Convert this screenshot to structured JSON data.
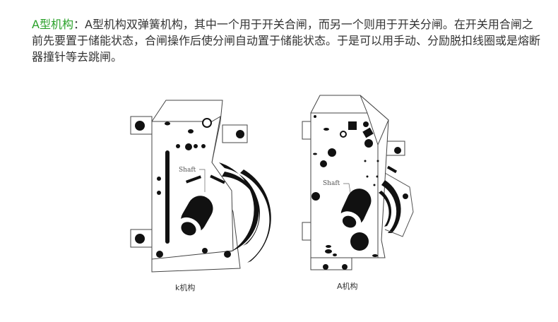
{
  "description": {
    "highlight": "A型机构",
    "separator": "：",
    "text": "A型机构双弹簧机构，其中一个用于开关合闸，而另一个则用于开关分闸。在开关用合闸之前先要置于储能状态，合闸操作后使分闸自动置于储能状态。于是可以用手动、分励脱扣线圈或是熔断器撞针等去跳闸。"
  },
  "figures": [
    {
      "caption": "k机构",
      "shaft_label": "Shaft"
    },
    {
      "caption": "A机构",
      "shaft_label": "Shaft"
    }
  ],
  "colors": {
    "highlight": "#2aa12a",
    "text": "#333333"
  }
}
